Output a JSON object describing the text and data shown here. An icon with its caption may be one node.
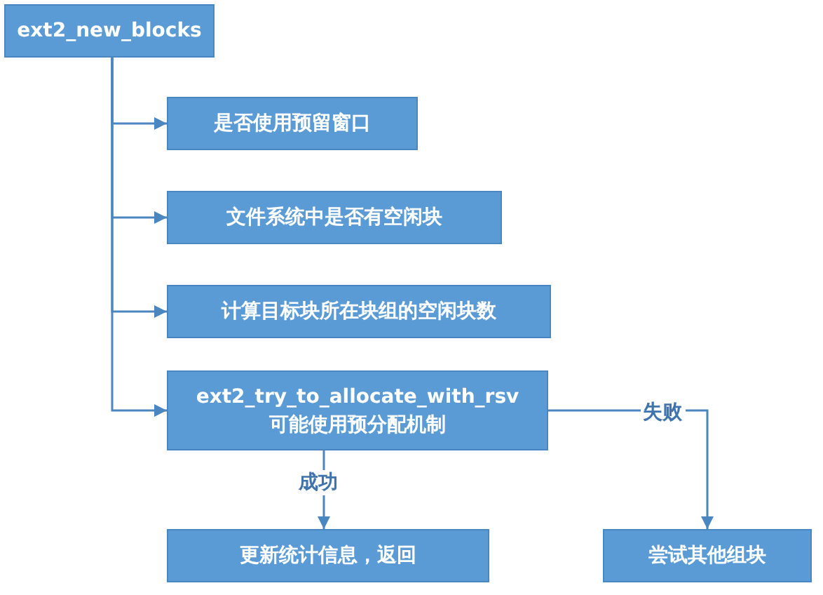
{
  "diagram": {
    "nodes": [
      {
        "text": [
          "ext2_new_blocks"
        ]
      },
      {
        "text": [
          "是否使用预留窗口"
        ]
      },
      {
        "text": [
          "文件系统中是否有空闲块"
        ]
      },
      {
        "text": [
          "计算目标块所在块组的空闲块数"
        ]
      },
      {
        "text": [
          "ext2_try_to_allocate_with_rsv",
          "可能使用预分配机制"
        ]
      },
      {
        "text": [
          "更新统计信息，返回"
        ]
      },
      {
        "text": [
          "尝试其他组块"
        ]
      }
    ],
    "edges": [
      {
        "from": 0,
        "to": 1,
        "arrow": "to"
      },
      {
        "from": 0,
        "to": 2,
        "arrow": "to"
      },
      {
        "from": 0,
        "to": 3,
        "arrow": "to"
      },
      {
        "from": 0,
        "to": 4,
        "arrow": "to"
      },
      {
        "from": 4,
        "to": 5,
        "arrow": "to",
        "label": "成功"
      },
      {
        "from": 4,
        "to": 6,
        "arrow": "to",
        "label": "失败"
      }
    ]
  }
}
